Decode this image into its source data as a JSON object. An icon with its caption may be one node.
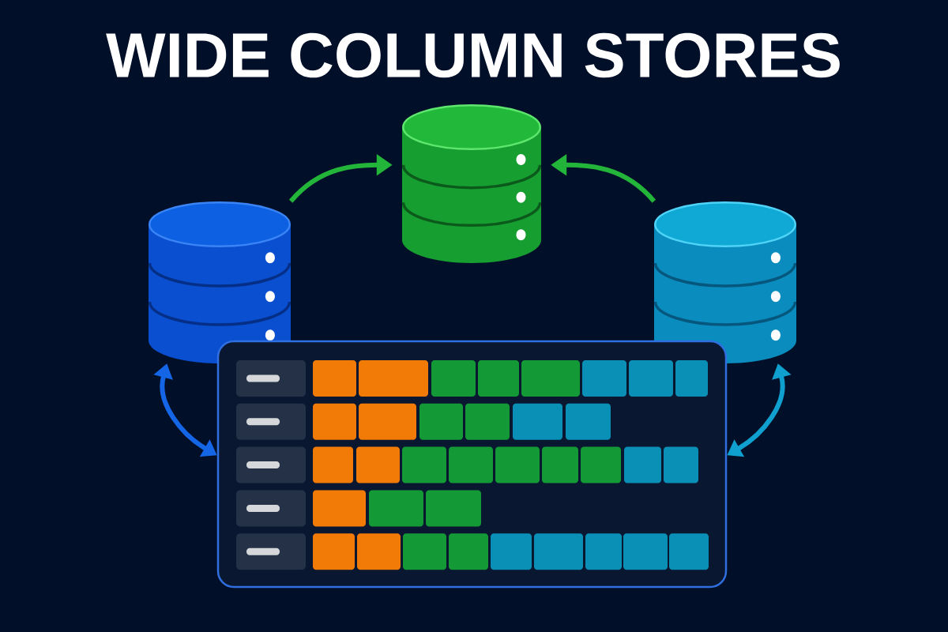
{
  "diagram": {
    "title": "WIDE COLUMN STORES",
    "nodes": [
      {
        "text": [],
        "shape": "cylinder"
      },
      {
        "text": [],
        "shape": "cylinder"
      },
      {
        "text": [],
        "shape": "cylinder"
      },
      {
        "text": [],
        "shape": "box"
      }
    ],
    "edges": [
      {
        "from": 0,
        "to": 1,
        "arrow": "to"
      },
      {
        "from": 2,
        "to": 1,
        "arrow": "to"
      },
      {
        "from": 0,
        "to": 3,
        "arrow": "both",
        "color": "#1466e6"
      },
      {
        "from": 2,
        "to": 3,
        "arrow": "both",
        "color": "#10a0cf"
      }
    ]
  }
}
